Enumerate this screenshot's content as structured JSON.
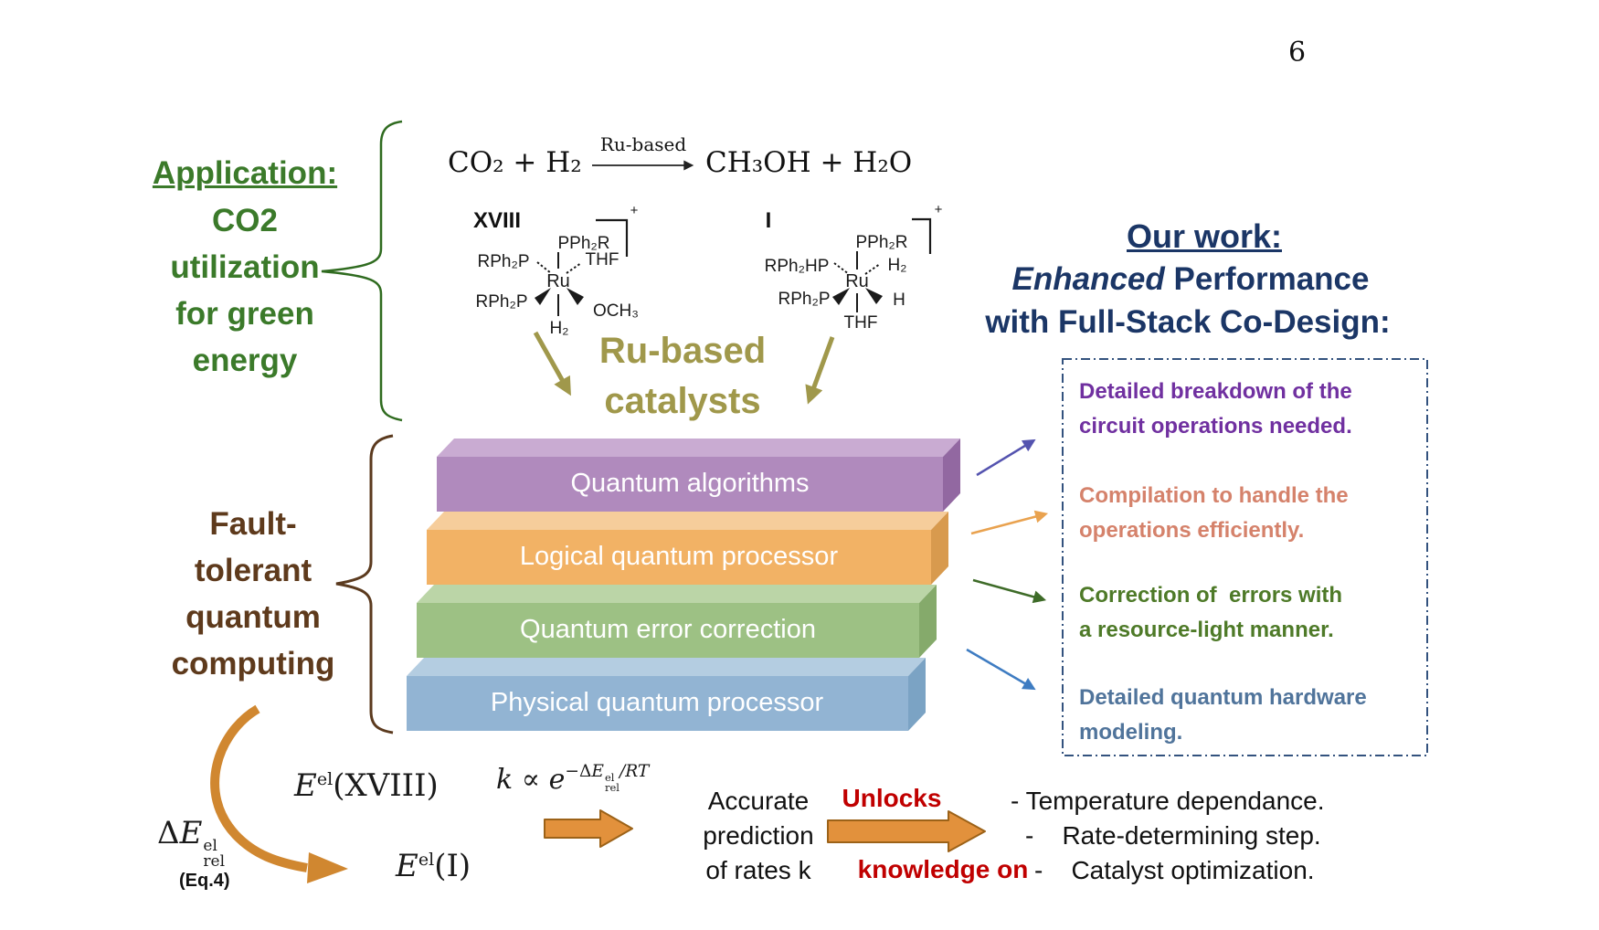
{
  "page": {
    "number": "6"
  },
  "application": {
    "title": "Application:",
    "lines": [
      "CO2",
      "utilization",
      "for green",
      "energy"
    ],
    "color": "#3B7A2A"
  },
  "reaction": {
    "left": "CO₂ + H₂",
    "arrow_label": "Ru-based",
    "right": "CH₃OH + H₂O"
  },
  "catalyst_xviii": {
    "label": "XVIII",
    "metal": "Ru",
    "charge": "+",
    "ligand_top": "PPh₂R",
    "ligand_upper_left": "RPh₂P",
    "ligand_upper_right": "THF",
    "ligand_lower_left": "RPh₂P",
    "ligand_lower_right": "OCH₃",
    "ligand_bottom": "H₂"
  },
  "catalyst_i": {
    "label": "I",
    "metal": "Ru",
    "charge": "+",
    "ligand_top": "PPh₂R",
    "ligand_upper_left": "RPh₂HP",
    "ligand_upper_right": "H₂",
    "ligand_lower_left": "RPh₂P",
    "ligand_lower_right": "H",
    "ligand_bottom": "THF"
  },
  "catalysts_caption": {
    "line1": "Ru-based",
    "line2": "catalysts",
    "color": "#A0984B"
  },
  "fault_label": {
    "lines": [
      "Fault-",
      "tolerant",
      "quantum",
      "computing"
    ],
    "color": "#5E3A1C"
  },
  "stack": {
    "layers": [
      {
        "label": "Quantum algorithms",
        "front": "#B08ABD",
        "top": "#C9ABD2",
        "side": "#9268A1"
      },
      {
        "label": "Logical quantum processor",
        "front": "#F2B265",
        "top": "#F6CD9B",
        "side": "#D89A4E"
      },
      {
        "label": "Quantum error correction",
        "front": "#9DC184",
        "top": "#BBD5A7",
        "side": "#85AA6B"
      },
      {
        "label": "Physical quantum processor",
        "front": "#92B4D3",
        "top": "#B4CDE1",
        "side": "#7BA3C4"
      }
    ]
  },
  "our_work": {
    "title": "Our work:",
    "line2_italic": "Enhanced",
    "line2_rest": " Performance",
    "line3": "with Full-Stack Co-Design:",
    "color": "#1B3666"
  },
  "annotations": {
    "items": [
      {
        "line1": "Detailed breakdown of the",
        "line2": "circuit operations needed.",
        "color": "#7030A0"
      },
      {
        "line1": "Compilation to handle the",
        "line2": "operations efficiently.",
        "color": "#D5826B"
      },
      {
        "line1": "Correction of  errors with",
        "line2": "a resource-light manner.",
        "color": "#4E7A28"
      },
      {
        "line1": "Detailed quantum hardware",
        "line2": "modeling.",
        "color": "#50749B"
      }
    ]
  },
  "math": {
    "delta": {
      "sym": "Δ",
      "base": "E",
      "sup": "el",
      "sub": "rel"
    },
    "eq_label": "(Eq.4)",
    "e_xviii": {
      "base": "E",
      "sup": "el",
      "arg": "(XVIII)"
    },
    "e_i": {
      "base": "E",
      "sup": "el",
      "arg": "(I)"
    },
    "k": {
      "lhs": "k",
      "rel": "∝",
      "base": "e",
      "exp_pre": "−Δ",
      "exp_base": "E",
      "exp_sup": "el",
      "exp_sub": "rel",
      "exp_post": "/RT"
    }
  },
  "pipeline": {
    "accurate_lines": [
      "Accurate",
      "prediction",
      "of rates k"
    ],
    "unlocks": "Unlocks",
    "knowledge": "knowledge on",
    "red": "#C00000"
  },
  "outcomes": {
    "items": [
      "- Temperature dependance.",
      "-    Rate-determining step.",
      "-    Catalyst optimization."
    ]
  },
  "colors": {
    "application_green": "#3B7A2A",
    "fault_brown": "#5E3A1C",
    "olive": "#A0984B",
    "navy": "#1B3666",
    "red": "#C00000",
    "dash_border": "#33527E",
    "block_arrow": "#E2913C"
  }
}
